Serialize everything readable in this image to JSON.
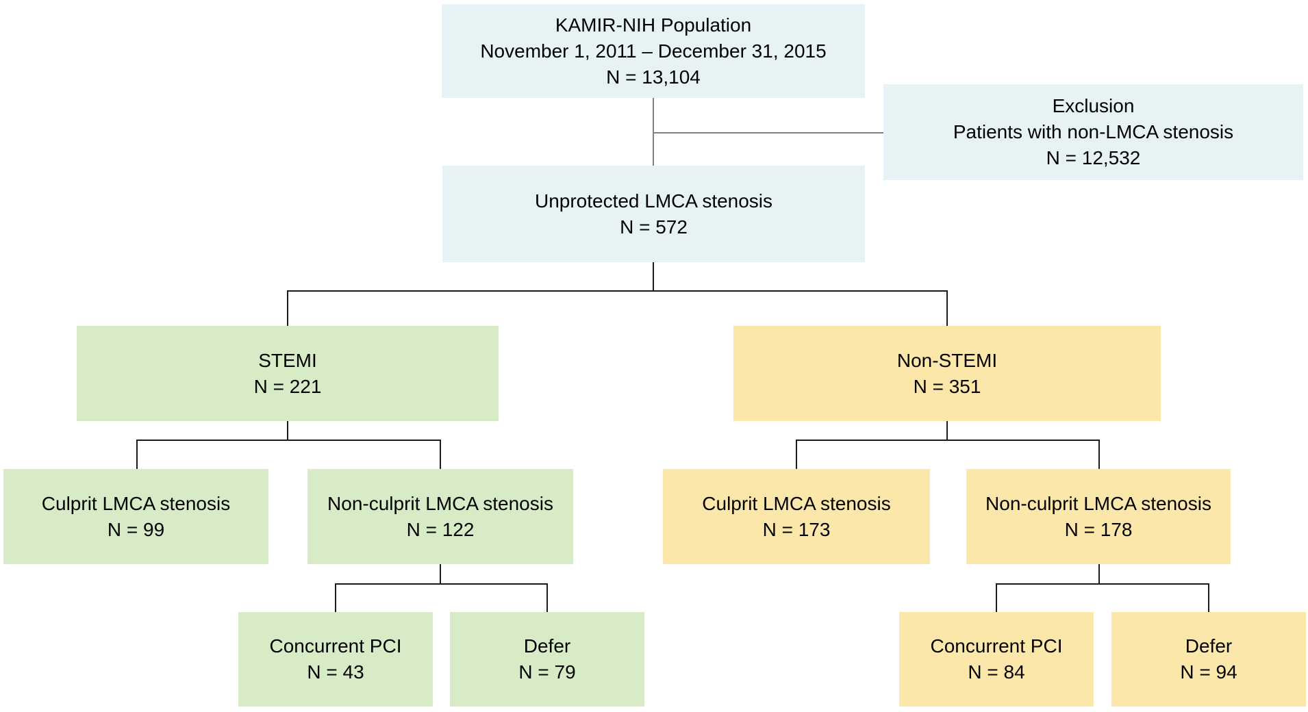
{
  "figure": {
    "type": "patient-flow-diagram",
    "study": "KAMIR-NIH"
  },
  "colors": {
    "box_blue": "#e7f2f5",
    "box_green": "#d8ebc7",
    "box_yellow": "#fbe7aa",
    "line_gray": "#808080",
    "line_black": "#1a1a1a",
    "text": "#000000"
  },
  "boxes": {
    "population": {
      "line1": "KAMIR-NIH Population",
      "line2": "November 1, 2011 – December 31, 2015",
      "line3": "N = 13,104"
    },
    "exclusion": {
      "line1": "Exclusion",
      "line2": "Patients with non-LMCA stenosis",
      "line3": "N = 12,532"
    },
    "unprotected": {
      "line1": "Unprotected LMCA stenosis",
      "line2": "N = 572"
    },
    "stemi": {
      "line1": "STEMI",
      "line2": "N = 221"
    },
    "nonstemi": {
      "line1": "Non-STEMI",
      "line2": "N = 351"
    },
    "culprit_stemi": {
      "line1": "Culprit LMCA stenosis",
      "line2": "N = 99"
    },
    "nonculprit_stemi": {
      "line1": "Non-culprit LMCA stenosis",
      "line2": "N = 122"
    },
    "culprit_nonstemi": {
      "line1": "Culprit LMCA stenosis",
      "line2": "N = 173"
    },
    "nonculprit_nonstemi": {
      "line1": "Non-culprit LMCA stenosis",
      "line2": "N = 178"
    },
    "pci_stemi": {
      "line1": "Concurrent PCI",
      "line2": "N = 43"
    },
    "defer_stemi": {
      "line1": "Defer",
      "line2": "N = 79"
    },
    "pci_nonstemi": {
      "line1": "Concurrent PCI",
      "line2": "N = 84"
    },
    "defer_nonstemi": {
      "line1": "Defer",
      "line2": "N = 94"
    }
  }
}
